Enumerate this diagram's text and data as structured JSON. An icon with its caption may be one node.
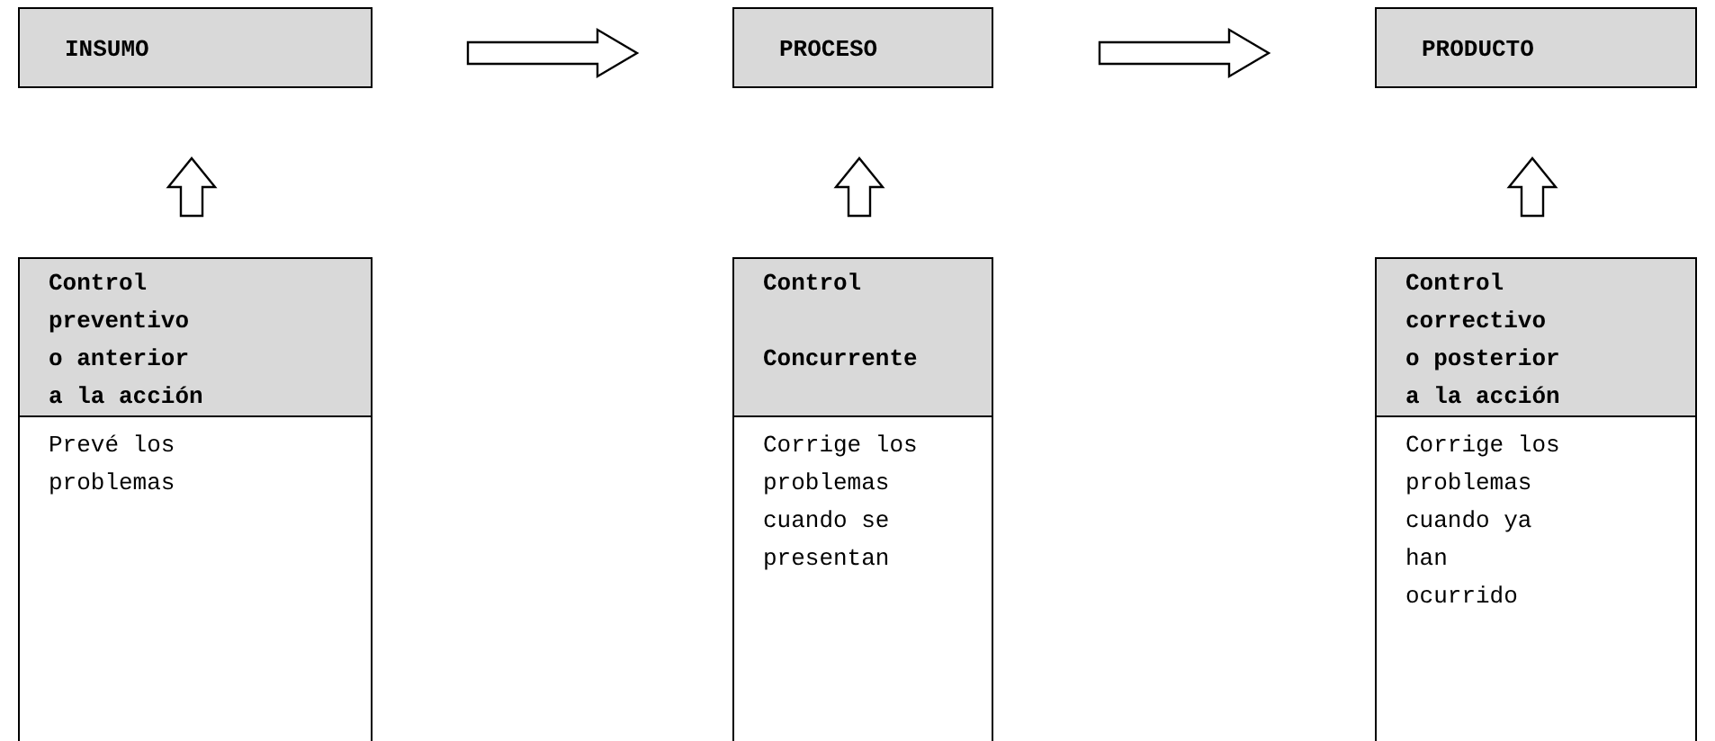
{
  "diagram": {
    "nodes": [
      {
        "text": [
          "INSUMO"
        ]
      },
      {
        "text": [
          "PROCESO"
        ]
      },
      {
        "text": [
          "PRODUCTO"
        ]
      },
      {
        "text": [
          "Control preventivo o anterior a la acción"
        ]
      },
      {
        "text": [
          "Prevé los problemas"
        ]
      },
      {
        "text": [
          "Control",
          "Concurrente"
        ]
      },
      {
        "text": [
          "Corrige los problemas cuando se presentan"
        ]
      },
      {
        "text": [
          "Control correctivo o posterior a la acción"
        ]
      },
      {
        "text": [
          "Corrige los problemas cuando ya han ocurrido"
        ]
      }
    ],
    "edges": [
      {
        "from": 0,
        "to": 1,
        "arrow": "to"
      },
      {
        "from": 1,
        "to": 2,
        "arrow": "to"
      },
      {
        "from": 3,
        "to": 0,
        "arrow": "to"
      },
      {
        "from": 5,
        "to": 1,
        "arrow": "to"
      },
      {
        "from": 7,
        "to": 2,
        "arrow": "to"
      }
    ]
  }
}
